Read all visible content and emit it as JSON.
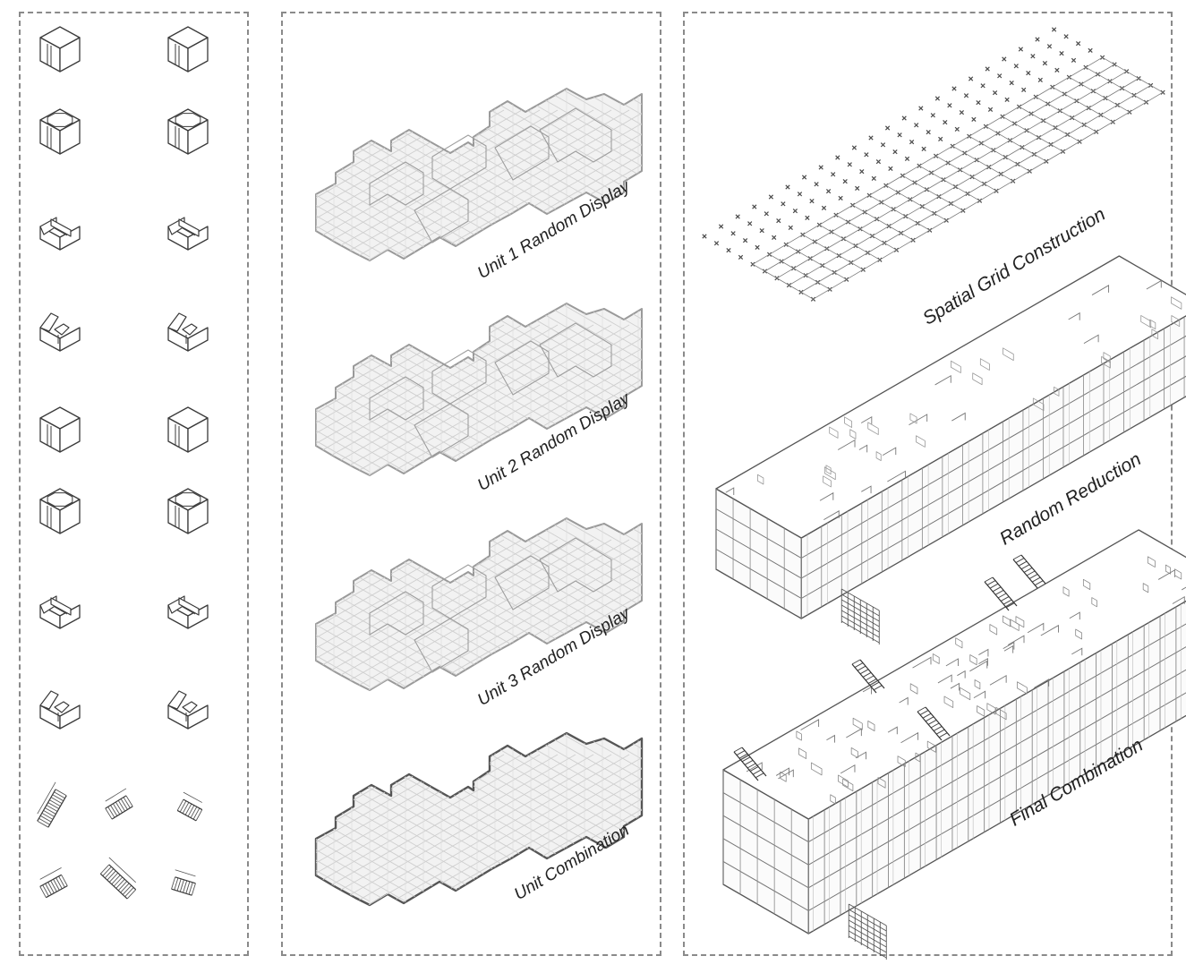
{
  "colors": {
    "line": "#3a3a3a",
    "light": "#cfcfcf",
    "fill": "#f2f2f2",
    "dash": "#8a8a8a"
  },
  "panels": {
    "left": {
      "module_types": [
        "closed-box",
        "octagon-box",
        "u-shelf",
        "open-corner",
        "closed-box",
        "octagon-box",
        "u-shelf",
        "open-corner"
      ],
      "stair_types": [
        "straight-stair",
        "landing-stair",
        "short-stair"
      ]
    },
    "middle": {
      "labels": [
        "Unit 1 Random Display",
        "Unit 2 Random Display",
        "Unit 3 Random Display",
        "Unit Combination"
      ]
    },
    "right": {
      "labels": [
        "Spatial Grid Construction",
        "Random Reduction",
        "Final Combination"
      ]
    }
  }
}
